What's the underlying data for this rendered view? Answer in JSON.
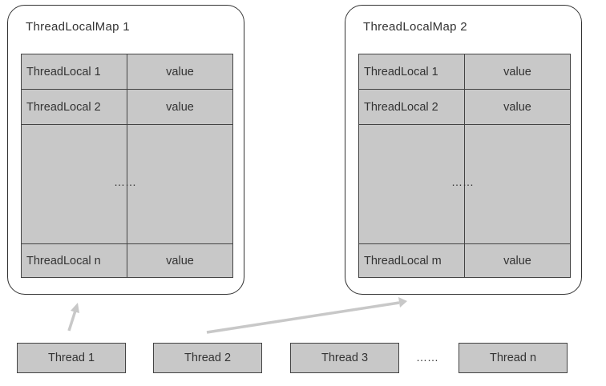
{
  "maps": [
    {
      "title": "ThreadLocalMap 1",
      "rows": [
        {
          "key": "ThreadLocal 1",
          "value": "value"
        },
        {
          "key": "ThreadLocal 2",
          "value": "value"
        }
      ],
      "ellipsis": "……",
      "last_row": {
        "key": "ThreadLocal n",
        "value": "value"
      }
    },
    {
      "title": "ThreadLocalMap 2",
      "rows": [
        {
          "key": "ThreadLocal 1",
          "value": "value"
        },
        {
          "key": "ThreadLocal 2",
          "value": "value"
        }
      ],
      "ellipsis": "……",
      "last_row": {
        "key": "ThreadLocal m",
        "value": "value"
      }
    }
  ],
  "threads": [
    {
      "label": "Thread 1"
    },
    {
      "label": "Thread 2"
    },
    {
      "label": "Thread 3"
    },
    {
      "label": "Thread n"
    }
  ],
  "threads_ellipsis": "……",
  "colors": {
    "cell_fill": "#c8c8c8",
    "border": "#333333",
    "arrow": "#c8c8c8"
  }
}
